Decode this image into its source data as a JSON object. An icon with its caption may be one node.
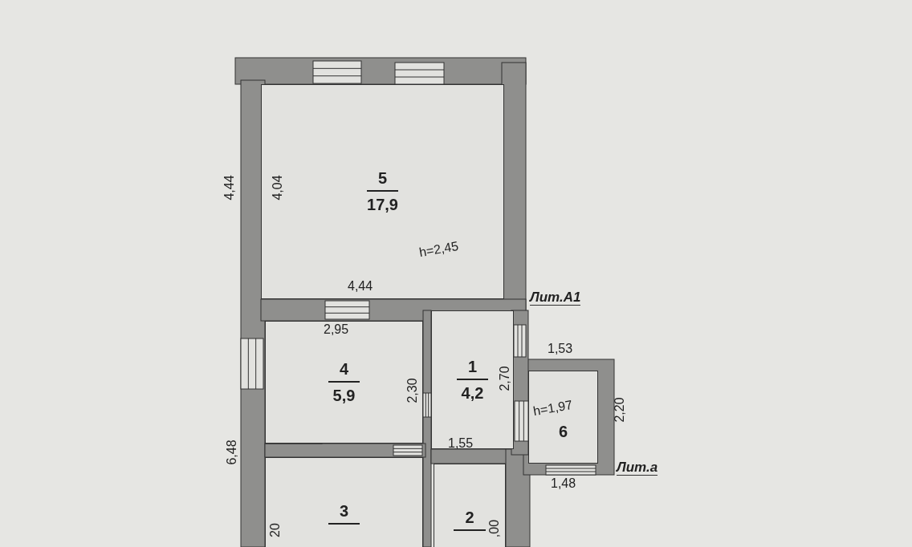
{
  "diagram": {
    "nodes": [
      {
        "text": [
          "5",
          "17,9"
        ]
      },
      {
        "text": [
          "4",
          "5,9"
        ]
      },
      {
        "text": [
          "1",
          "4,2"
        ]
      },
      {
        "text": [
          "6"
        ]
      },
      {
        "text": [
          "3"
        ]
      },
      {
        "text": [
          "2"
        ]
      }
    ],
    "labels": [
      "4,44",
      "4,04",
      "h=2,45",
      "4,44",
      "Лит.А1",
      "2,95",
      "2,30",
      "2,70",
      "1,53",
      "h=1,97",
      "2,20",
      "1,55",
      "Лит.а",
      "6,48",
      "1,48",
      "20",
      ",00"
    ]
  }
}
